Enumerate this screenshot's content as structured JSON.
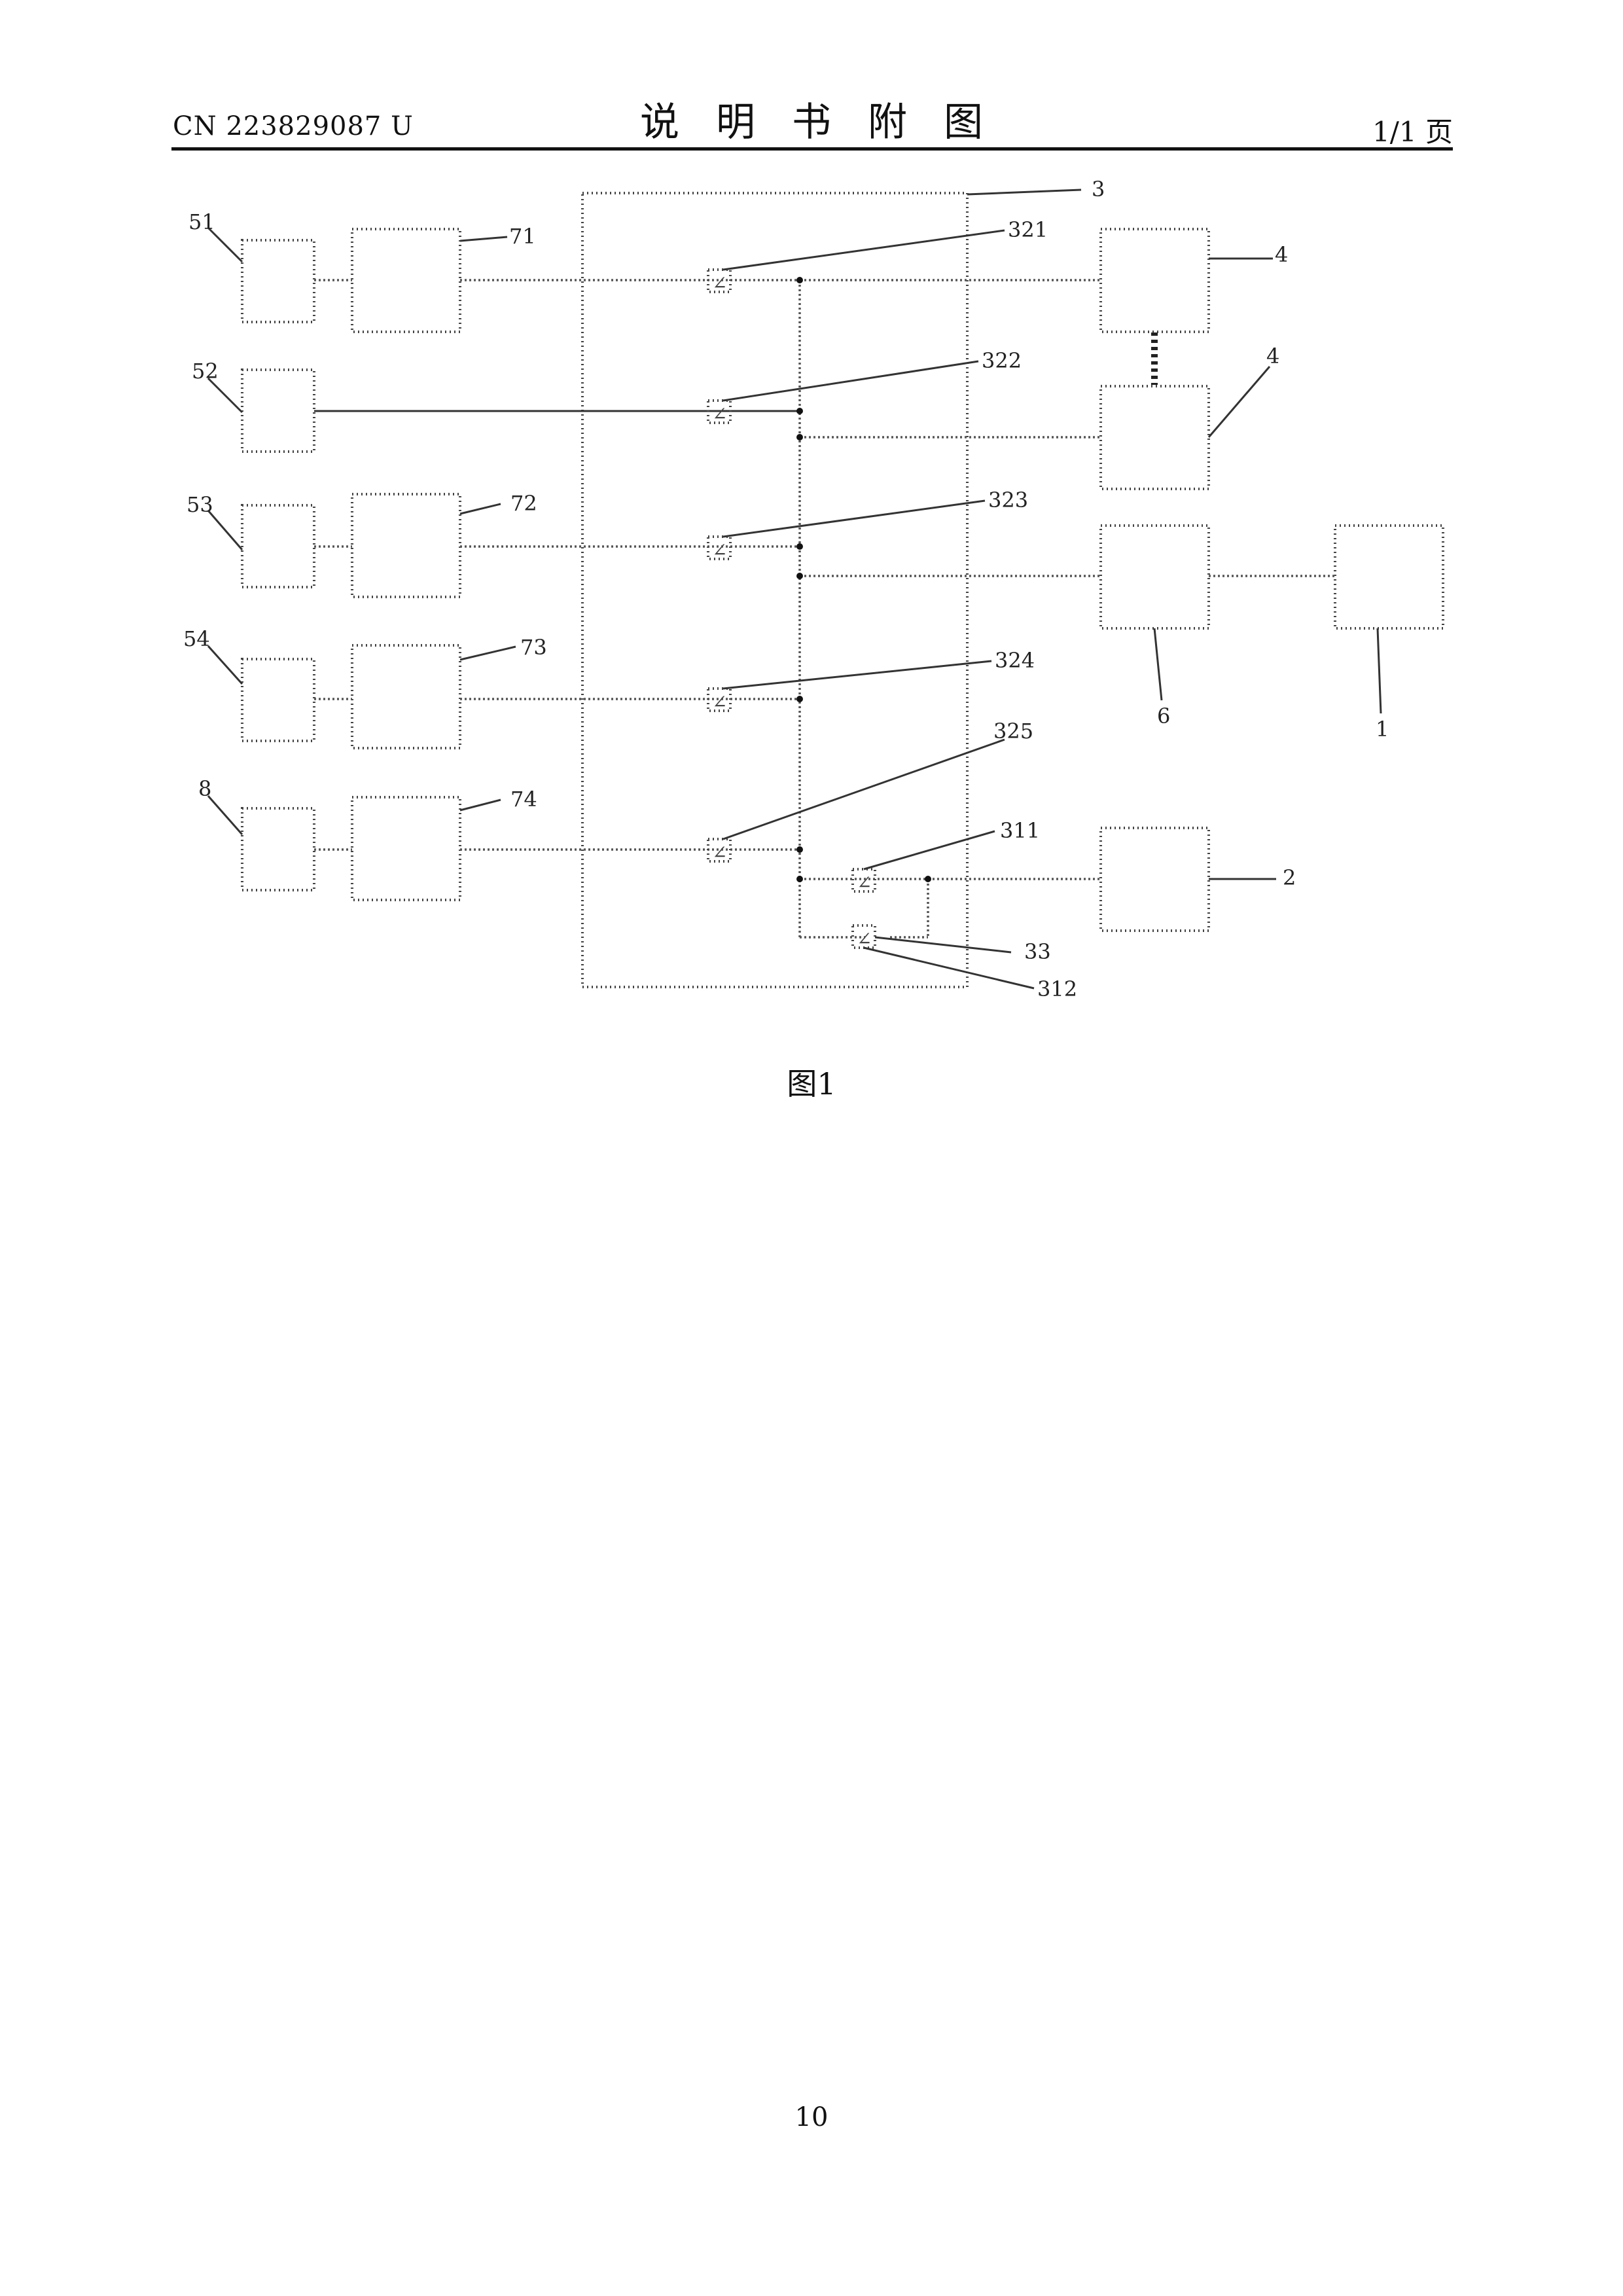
{
  "header": {
    "doc_number": "CN 223829087 U",
    "title": "说明书附图",
    "page_indicator": "1/1 页"
  },
  "diagram": {
    "switch_symbol": "∠",
    "labels": {
      "r51": "51",
      "r52": "52",
      "r53": "53",
      "r54": "54",
      "r8": "8",
      "r71": "71",
      "r72": "72",
      "r73": "73",
      "r74": "74",
      "r3": "3",
      "r321": "321",
      "r322": "322",
      "r323": "323",
      "r324": "324",
      "r325": "325",
      "r311": "311",
      "r312": "312",
      "r33": "33",
      "r4a": "4",
      "r4b": "4",
      "r6": "6",
      "r1": "1",
      "r2": "2"
    }
  },
  "caption": "图1",
  "page_number": "10"
}
